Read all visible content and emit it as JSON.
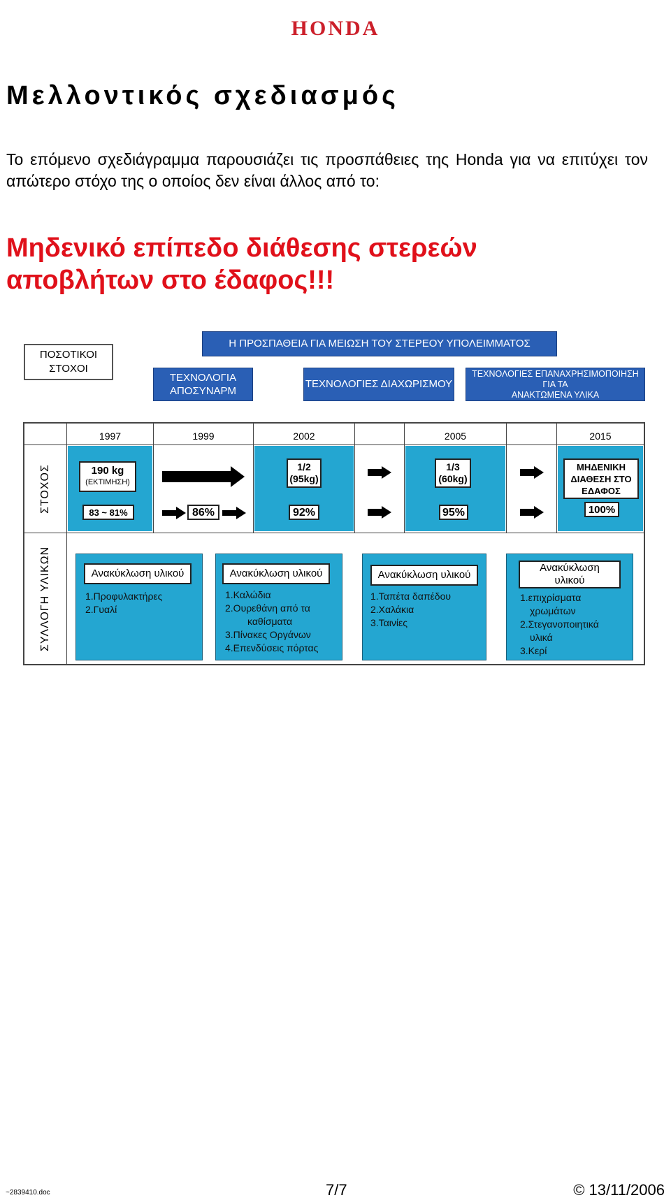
{
  "logo": "HONDA",
  "heading": "Μελλοντικός σχεδιασμός",
  "intro": "Το επόμενο σχεδιάγραμμα παρουσιάζει τις προσπάθειες της Honda για να επιτύχει τον απώτερο στόχο της ο οποίος δεν είναι άλλος από το:",
  "highlight_line1": "Μηδενικό επίπεδο διάθεσης στερεών",
  "highlight_line2": "αποβλήτων στο έδαφος!!!",
  "diagram": {
    "quant_targets_line1": "ΠΟΣΟΤΙΚΟΙ",
    "quant_targets_line2": "ΣΤΟΧΟΙ",
    "effort_title": "Η ΠΡΟΣΠΑΘΕΙΑ ΓΙΑ ΜΕΙΩΣΗ ΤΟΥ ΣΤΕΡΕΟΥ ΥΠΟΛΕΙΜΜΑΤΟΣ",
    "tech_dismantle_line1": "ΤΕΧΝΟΛΟΓΙΑ",
    "tech_dismantle_line2": "ΑΠΟΣΥΝΑΡΜ",
    "tech_separation": "ΤΕΧΝΟΛΟΓΙΕΣ ΔΙΑΧΩΡΙΣΜΟΥ",
    "tech_reuse_line1": "ΤΕΧΝΟΛΟΓΙΕΣ ΕΠΑΝΑΧΡΗΣΙΜΟΠΟΙΗΣΗ",
    "tech_reuse_line2": "ΓΙΑ ΤΑ",
    "tech_reuse_line3": "ΑΝΑΚΤΩΜΕΝΑ ΥΛΙΚΑ",
    "years": [
      "1997",
      "1999",
      "2002",
      "2005",
      "2015"
    ],
    "row_target": "ΣΤΟΧΟΣ",
    "row_collection": "ΣΥΛΛΟΓΗ ΥΛΙΚΩΝ",
    "t1997_line1": "190 kg",
    "t1997_line2": "(ΕΚΤΙΜΗΣΗ)",
    "p1997": "83 ~ 81%",
    "p1999": "86%",
    "t2002_line1": "1/2",
    "t2002_line2": "(95kg)",
    "p2002": "92%",
    "t2005_line1": "1/3",
    "t2005_line2": "(60kg)",
    "p2005": "95%",
    "t2015_line1": "ΜΗΔΕΝΙΚΗ",
    "t2015_line2": "ΔΙΑΘΕΣΗ ΣΤΟ",
    "t2015_line3": "ΕΔΑΦΟΣ",
    "p2015": "100%",
    "recycle_label": "Ανακύκλωση υλικού",
    "recycle_label_a": "Ανακύκλωση",
    "recycle_label_b": "υλικού",
    "materials": [
      [
        "1.Προφυλακτήρες",
        "2.Γυαλί"
      ],
      [
        "1.Καλώδια",
        "2.Ουρεθάνη από τα",
        "καθίσματα",
        "3.Πίνακες Οργάνων",
        "4.Επενδύσεις πόρτας"
      ],
      [
        "1.Ταπέτα δαπέδου",
        "2.Χαλάκια",
        "3.Ταινίες"
      ],
      [
        "1.επιχρίσματα",
        "χρωμάτων",
        "2.Στεγανοποιητικά",
        "υλικά",
        "3.Κερί"
      ]
    ]
  },
  "footer": {
    "doc_id": "~2839410.doc",
    "page": "7/7",
    "date": "© 13/11/2006"
  }
}
